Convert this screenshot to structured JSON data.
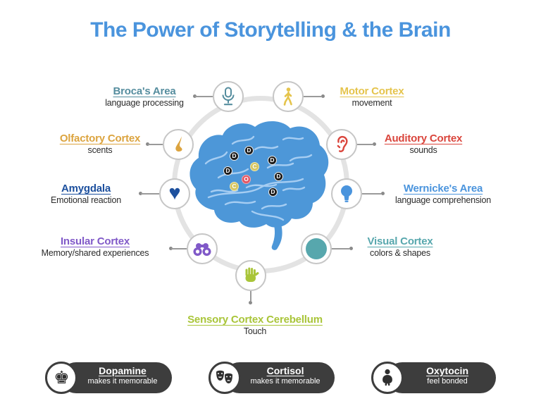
{
  "title": "The Power of Storytelling & the Brain",
  "colors": {
    "title": "#4a94dd",
    "brain": "#4d97d8",
    "brain_lines": "#a6cdf2",
    "badge_bg": "#3d3d3d",
    "marker_d": "#1b1b1b",
    "marker_c": "#d7c661",
    "marker_o": "#e15664"
  },
  "regions": [
    {
      "label": "Broca's Area",
      "sublabel": "language processing",
      "color": "#558d9e",
      "icon": "microphone-icon"
    },
    {
      "label": "Motor Cortex",
      "sublabel": "movement",
      "color": "#e5c44c",
      "icon": "walking-person-icon"
    },
    {
      "label": "Olfactory Cortex",
      "sublabel": "scents",
      "color": "#dca43f",
      "icon": "nose-icon"
    },
    {
      "label": "Auditory Cortex",
      "sublabel": "sounds",
      "color": "#da453c",
      "icon": "ear-icon"
    },
    {
      "label": "Amygdala",
      "sublabel": "Emotional reaction",
      "color": "#1d509e",
      "icon": "heart-icon"
    },
    {
      "label": "Wernicke's Area",
      "sublabel": "language comprehension",
      "color": "#4a94dd",
      "icon": "lightbulb-icon"
    },
    {
      "label": "Insular Cortex",
      "sublabel": "Memory/shared experiences",
      "color": "#8059c8",
      "icon": "binoculars-icon"
    },
    {
      "label": "Visual Cortex",
      "sublabel": "colors & shapes",
      "color": "#57a7ad",
      "icon": "filled-circle-icon"
    },
    {
      "label": "Sensory Cortex Cerebellum",
      "sublabel": "Touch",
      "color": "#a9c539",
      "icon": "hand-icon"
    }
  ],
  "brain_markers": [
    {
      "letter": "D"
    },
    {
      "letter": "D"
    },
    {
      "letter": "D"
    },
    {
      "letter": "D"
    },
    {
      "letter": "D"
    },
    {
      "letter": "D"
    },
    {
      "letter": "C"
    },
    {
      "letter": "C"
    },
    {
      "letter": "O"
    }
  ],
  "neurochemicals": [
    {
      "label": "Dopamine",
      "sublabel": "makes it memorable",
      "icon": "chess-king-icon"
    },
    {
      "label": "Cortisol",
      "sublabel": "makes it memorable",
      "icon": "theater-masks-icon"
    },
    {
      "label": "Oxytocin",
      "sublabel": "feel bonded",
      "icon": "baby-icon"
    }
  ]
}
